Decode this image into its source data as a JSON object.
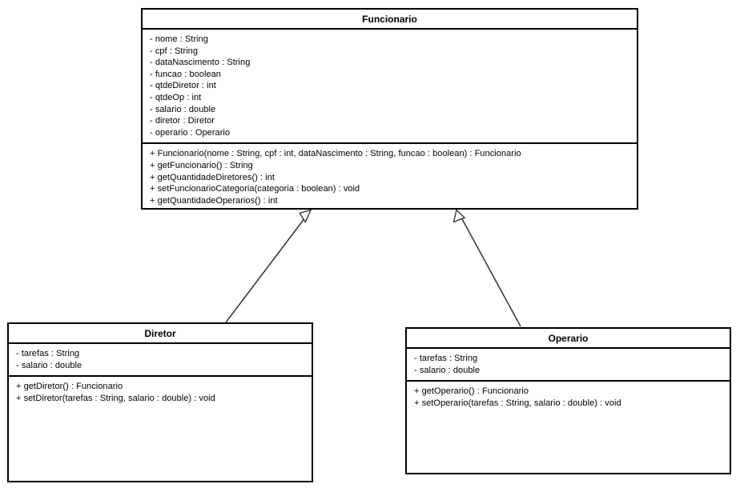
{
  "diagram": {
    "type": "uml-class-diagram",
    "background_color": "#ffffff",
    "line_color": "#3a3a3a",
    "border_color": "#000000"
  },
  "classes": {
    "funcionario": {
      "name": "Funcionario",
      "attributes": [
        "- nome : String",
        "- cpf : String",
        "- dataNascimento : String",
        "- funcao : boolean",
        "- qtdeDiretor : int",
        "- qtdeOp : int",
        "- salario : double",
        "- diretor : Diretor",
        "- operario : Operario"
      ],
      "operations": [
        "+ Funcionario(nome : String, cpf : int, dataNascimento : String, funcao : boolean) : Funcionario",
        "+ getFuncionario() : String",
        "+ getQuantidadeDiretores() : int",
        "+ setFuncionarioCategoria(categoria : boolean) : void",
        "+ getQuantidadeOperarios() : int"
      ]
    },
    "diretor": {
      "name": "Diretor",
      "attributes": [
        "- tarefas : String",
        "- salario : double"
      ],
      "operations": [
        "+ getDiretor() : Funcionario",
        "+ setDiretor(tarefas : String, salario : double) : void"
      ]
    },
    "operario": {
      "name": "Operario",
      "attributes": [
        "- tarefas : String",
        "- salario : double"
      ],
      "operations": [
        "+ getOperario() : Funcionario",
        "+ setOperario(tarefas : String, salario : double) : void"
      ]
    }
  },
  "relationships": [
    {
      "kind": "generalization",
      "source": "Diretor",
      "target": "Funcionario"
    },
    {
      "kind": "generalization",
      "source": "Operario",
      "target": "Funcionario"
    }
  ]
}
